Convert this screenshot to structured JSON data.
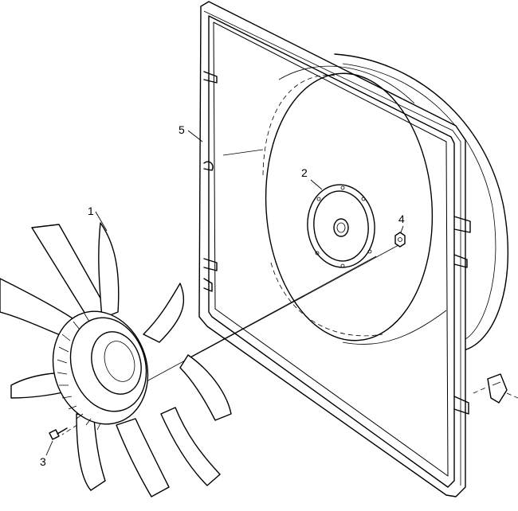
{
  "callouts": {
    "fan": "1",
    "hub_cover": "2",
    "bolt": "3",
    "nut": "4",
    "shroud": "5"
  }
}
